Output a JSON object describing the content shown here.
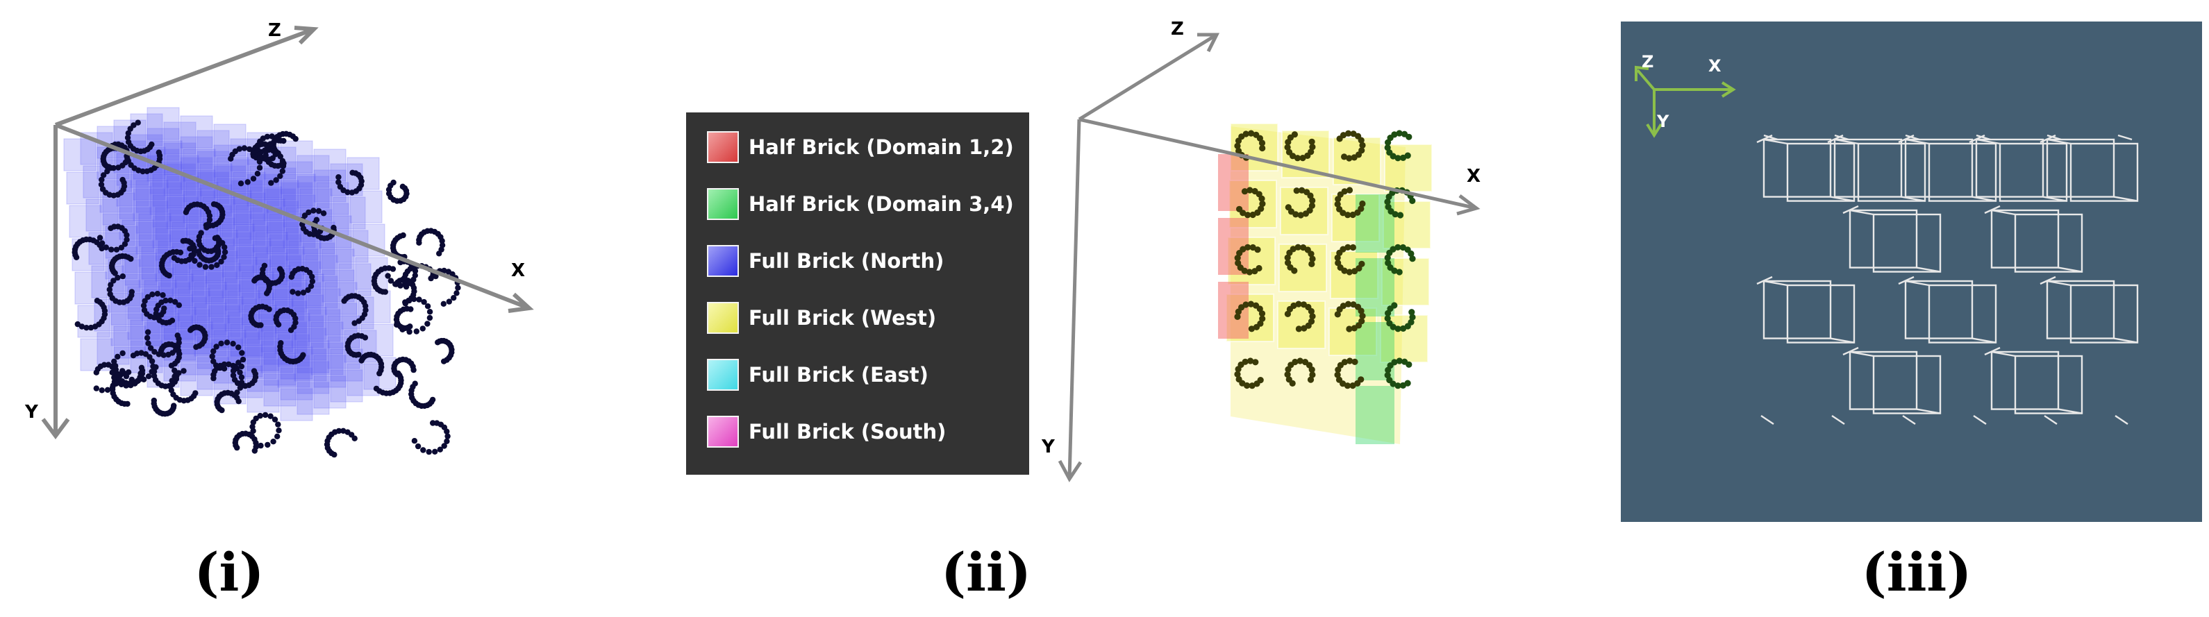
{
  "panel1": {
    "axis_labels": {
      "x": "X",
      "y": "Y",
      "z": "Z"
    },
    "caption": "(i)",
    "colors": {
      "brick": "#4d4df2",
      "chain": "#0b0b33",
      "axis": "#888888"
    }
  },
  "panel2": {
    "axis_labels": {
      "x": "X",
      "y": "Y",
      "z": "Z"
    },
    "caption": "(ii)",
    "legend": [
      {
        "label": "Half Brick (Domain 1,2)",
        "color": "#f05050"
      },
      {
        "label": "Half Brick (Domain 3,4)",
        "color": "#40d860"
      },
      {
        "label": "Full Brick (North)",
        "color": "#4040ee"
      },
      {
        "label": "Full Brick (West)",
        "color": "#e8e84a"
      },
      {
        "label": "Full Brick (East)",
        "color": "#50e0e8"
      },
      {
        "label": "Full Brick (South)",
        "color": "#e850c8"
      }
    ]
  },
  "panel3": {
    "axis_labels": {
      "x": "X",
      "y": "Y",
      "z": "Z"
    },
    "caption": "(iii)",
    "colors": {
      "background": "#445e72",
      "wire": "#e8e8e8",
      "axis": "#8cbf4a"
    }
  }
}
